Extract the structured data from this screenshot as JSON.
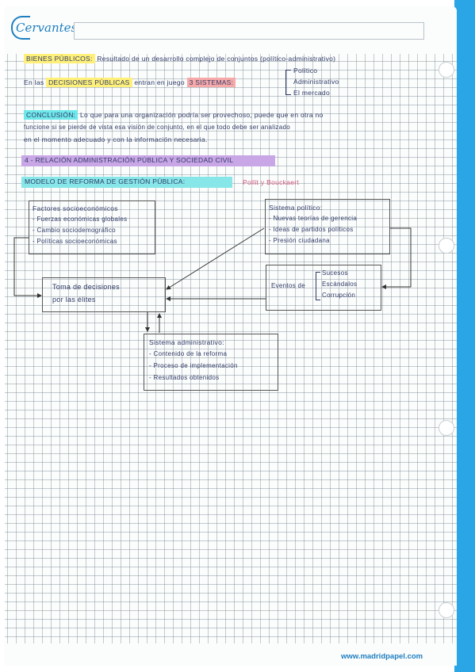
{
  "brand": {
    "name": "Cervantes"
  },
  "footer": {
    "url": "www.madridpapel.com"
  },
  "notes": {
    "bienes": {
      "label": "BIENES PÚBLICOS:",
      "text": "Resultado de un desarrollo complejo de conjuntos (político-administrativo)"
    },
    "decisiones": {
      "prefix": "En las",
      "highlight": "DECISIONES PÚBLICAS",
      "middle": "entran en juego",
      "highlight2": "3 SISTEMAS:",
      "items": [
        "Político",
        "Administrativo",
        "El mercado"
      ]
    },
    "conclusion": {
      "label": "CONCLUSIÓN:",
      "line1": "Lo que para una organización podría ser provechoso, puede que en otra no",
      "line2": "funcione si se pierde de vista esa visión de conjunto, en el que todo debe ser analizado",
      "line3": "en el momento adecuado y con la información necesaria."
    },
    "section4": {
      "title": "4 - RELACIÓN ADMINISTRACIÓN PÚBLICA Y SOCIEDAD CIVIL"
    },
    "modelo": {
      "label": "MODELO DE REFORMA DE GESTIÓN PÚBLICA:",
      "authors": "Pollit y Bouckaert"
    }
  },
  "diagram": {
    "factores": {
      "title": "Factores socioeconómicos",
      "items": [
        "- Fuerzas económicas globales",
        "- Cambio sociodemográfico",
        "- Políticas socioeconómicas"
      ]
    },
    "sistema_politico": {
      "title": "Sistema político:",
      "items": [
        "- Nuevas teorías de gerencia",
        "- Ideas de partidos políticos",
        "- Presión ciudadana"
      ]
    },
    "toma": {
      "line1": "Toma de decisiones",
      "line2": "por las élites"
    },
    "eventos": {
      "label": "Eventos de",
      "items": [
        "Sucesos",
        "Escándalos",
        "Corrupción"
      ]
    },
    "sistema_administrativo": {
      "title": "Sistema administrativo:",
      "items": [
        "- Contenido de la reforma",
        "- Proceso de implementación",
        "- Resultados obtenidos"
      ]
    }
  }
}
